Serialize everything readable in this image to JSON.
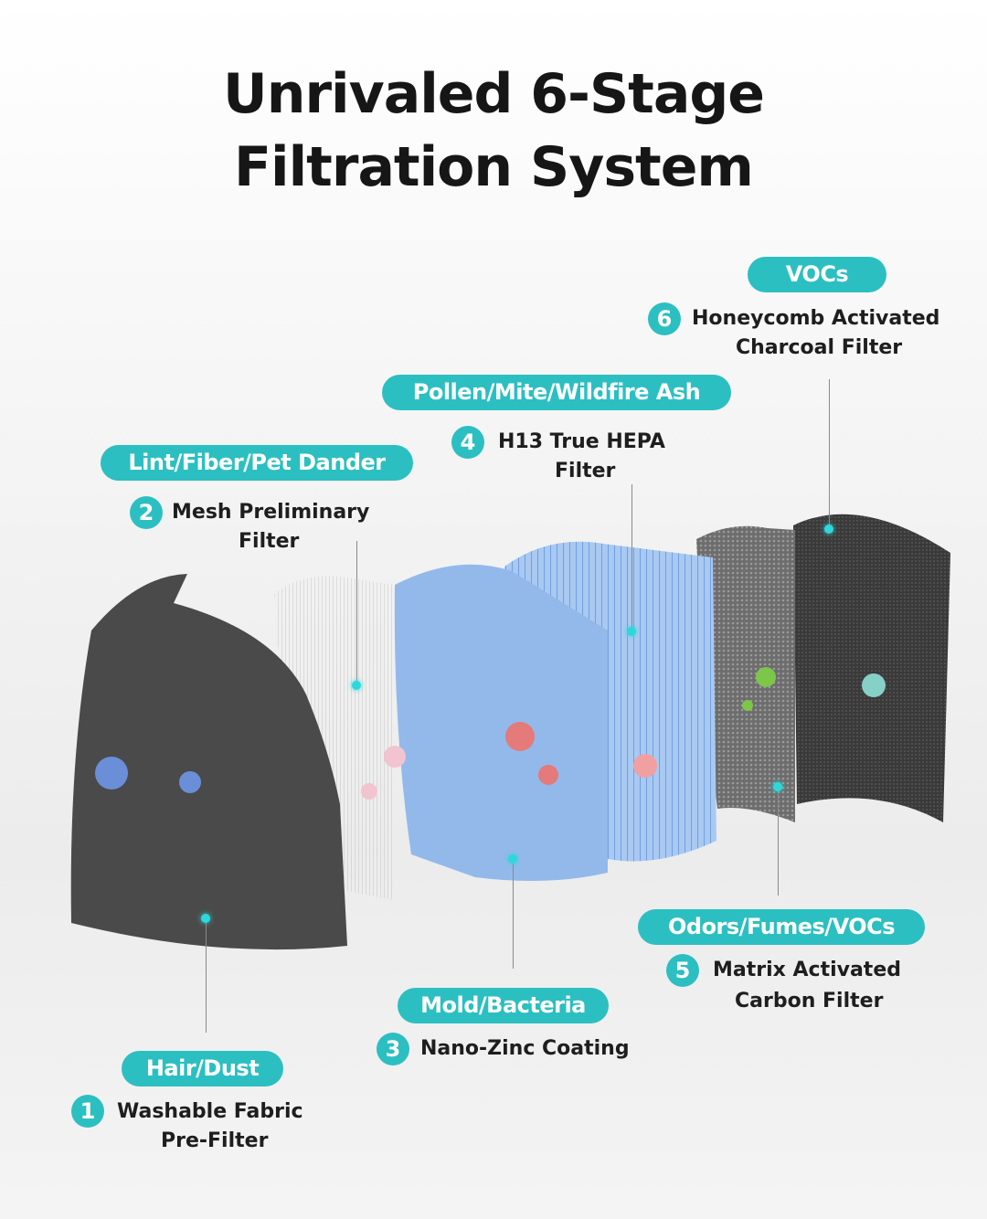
{
  "title": {
    "line1": "Unrivaled 6-Stage",
    "line2": "Filtration System"
  },
  "accent_color": "#2cbfc1",
  "stages": [
    {
      "number": "1",
      "badge": "Hair/Dust",
      "line1": "Washable Fabric",
      "line2": "Pre-Filter"
    },
    {
      "number": "2",
      "badge": "Lint/Fiber/Pet Dander",
      "line1": "Mesh Preliminary",
      "line2": "Filter"
    },
    {
      "number": "3",
      "badge": "Mold/Bacteria",
      "line1": "Nano-Zinc Coating",
      "line2": ""
    },
    {
      "number": "4",
      "badge": "Pollen/Mite/Wildfire Ash",
      "line1": "H13 True HEPA",
      "line2": "Filter"
    },
    {
      "number": "5",
      "badge": "Odors/Fumes/VOCs",
      "line1": "Matrix Activated",
      "line2": "Carbon Filter"
    },
    {
      "number": "6",
      "badge": "VOCs",
      "line1": "Honeycomb Activated",
      "line2": "Charcoal Filter"
    }
  ]
}
